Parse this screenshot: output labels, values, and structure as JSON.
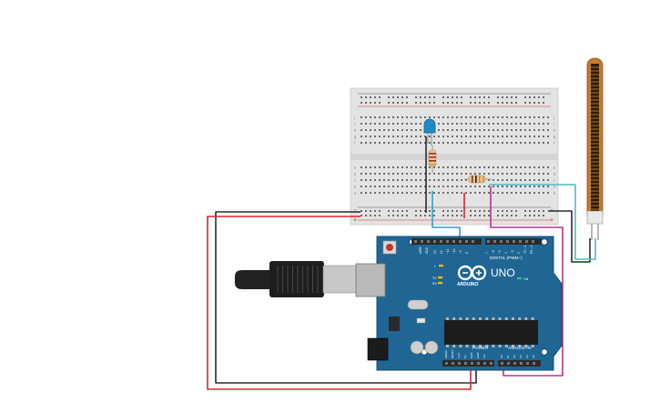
{
  "board": {
    "brand": "ARDUINO",
    "model": "UNO",
    "digital_label": "DIGITAL (PWM~)",
    "power_label": "POWER",
    "analog_label": "ANALOG IN",
    "aref_label": "AREF",
    "gnd_label": "GND",
    "tx_label": "TX",
    "rx_label": "RX",
    "l_label": "L",
    "on_label": "ON",
    "power_pins": [
      "IOREF",
      "RESET",
      "3.3V",
      "5V",
      "GND",
      "GND",
      "Vin"
    ],
    "analog_pins": [
      "A0",
      "A1",
      "A2",
      "A3",
      "A4",
      "A5"
    ],
    "digital_pins": [
      "13",
      "12",
      "~11",
      "~10",
      "~9",
      "8",
      "7",
      "~6",
      "~5",
      "4",
      "~3",
      "2",
      "TX→1",
      "RX←0"
    ]
  },
  "breadboard": {
    "row_letters_top": [
      "j",
      "i",
      "h",
      "g",
      "f"
    ],
    "row_letters_bottom": [
      "e",
      "d",
      "c",
      "b",
      "a"
    ],
    "rail_plus": "+",
    "rail_minus": "-"
  },
  "colors": {
    "wire_black": "#2b2b2b",
    "wire_red": "#d6262b",
    "wire_blue": "#2f9fd4",
    "wire_magenta": "#b8338d",
    "wire_cyan": "#51b9c9",
    "board_blue": "#1f6694",
    "breadboard": "#e6e6e6",
    "flex_sensor": "#c77a2c"
  }
}
